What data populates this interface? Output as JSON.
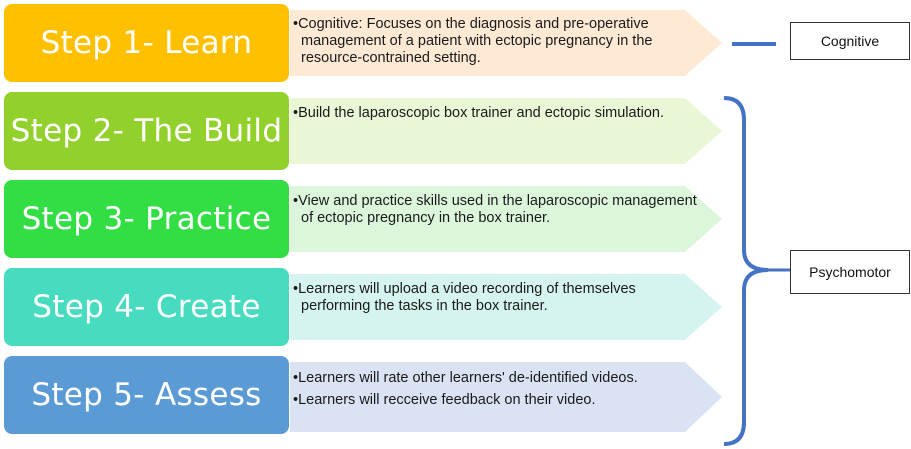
{
  "colors": {
    "step1": "#ffc000",
    "step2": "#92d02c",
    "step3": "#33dd44",
    "step4": "#47dbc0",
    "step5": "#5b9bd5",
    "arrow1": "#fde9d4",
    "arrow2": "#eaf7d7",
    "arrow3": "#dcf6dc",
    "arrow4": "#d6f4ef",
    "arrow5": "#d9e3f3",
    "connector": "#4472c4"
  },
  "steps": [
    {
      "title": "Step 1- Learn",
      "bullets": [
        "Cognitive: Focuses on the diagnosis and pre-operative management of a patient with ectopic pregnancy in the resource-contrained setting."
      ]
    },
    {
      "title": "Step 2- The Build",
      "bullets": [
        "Build the laparoscopic box trainer and ectopic simulation."
      ]
    },
    {
      "title": "Step 3- Practice",
      "bullets": [
        "View and practice skills used in the laparoscopic management of ectopic pregnancy in the box trainer."
      ]
    },
    {
      "title": "Step 4- Create",
      "bullets": [
        "Learners will upload a video recording of themselves performing the tasks in the box trainer."
      ]
    },
    {
      "title": "Step 5- Assess",
      "bullets": [
        "Learners will rate other learners' de-identified videos.",
        "Learners will recceive feedback on their video."
      ]
    }
  ],
  "labels": {
    "cognitive": "Cognitive",
    "psychomotor": "Psychomotor"
  }
}
